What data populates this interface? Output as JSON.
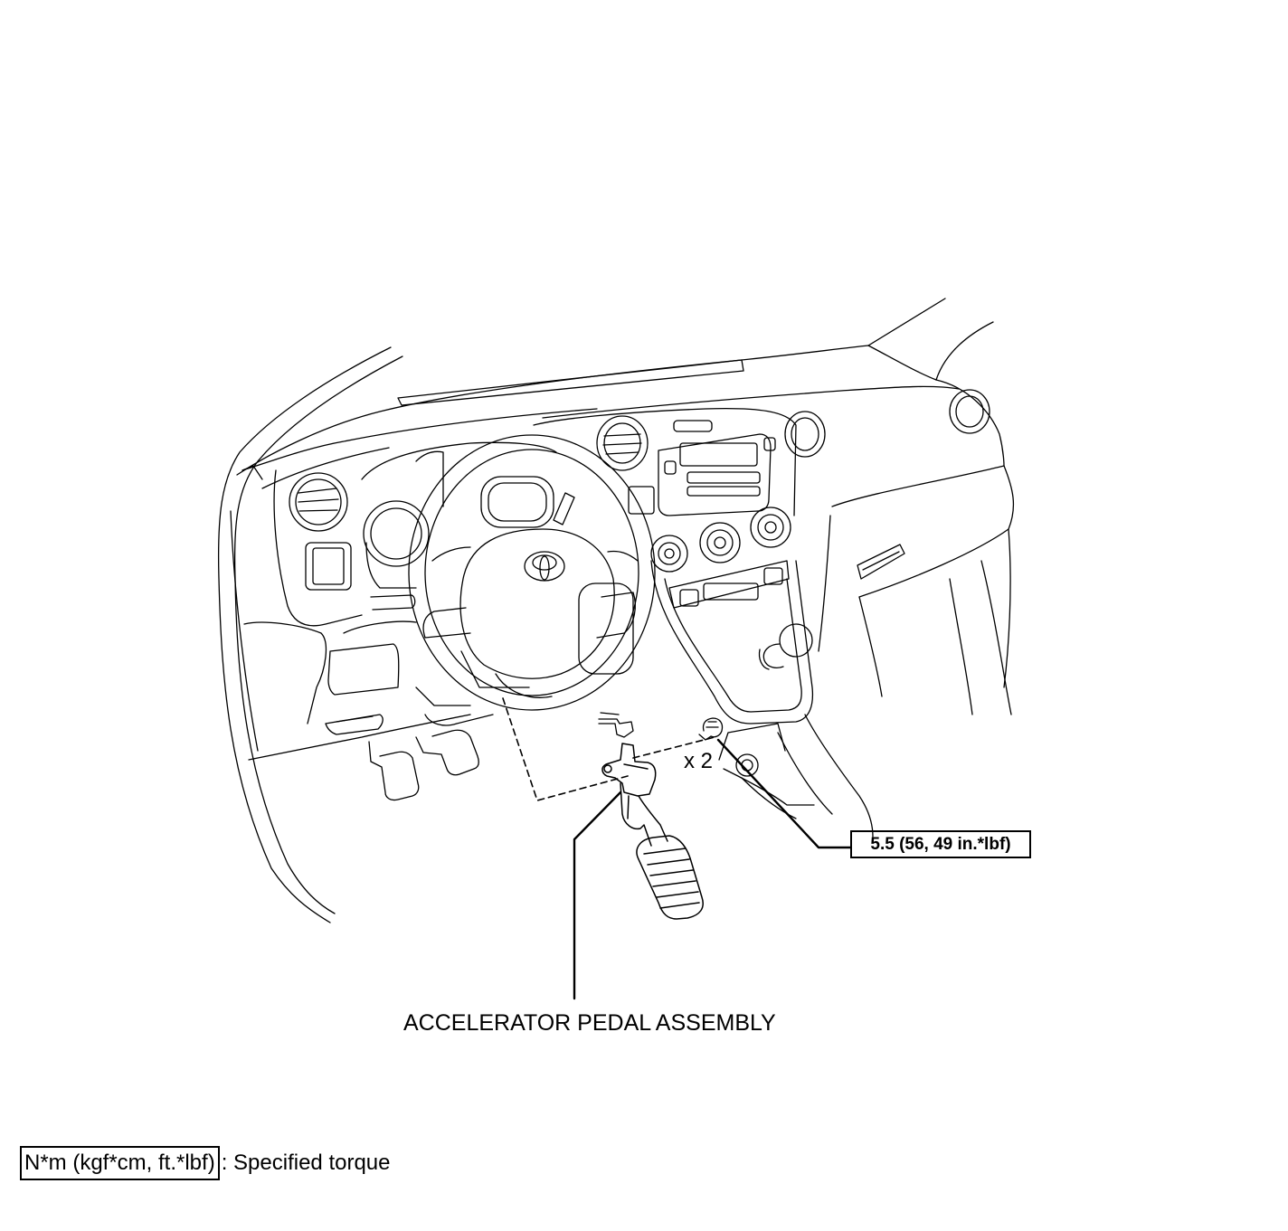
{
  "labels": {
    "part": "ACCELERATOR PEDAL ASSEMBLY",
    "quantity": "x 2",
    "torque": "5.5 (56, 49 in.*lbf)"
  },
  "legend": {
    "units": "N*m (kgf*cm, ft.*lbf)",
    "description": ": Specified torque"
  },
  "icons": [
    "toyota-logo-icon",
    "bolt-icon",
    "clip-icon"
  ]
}
